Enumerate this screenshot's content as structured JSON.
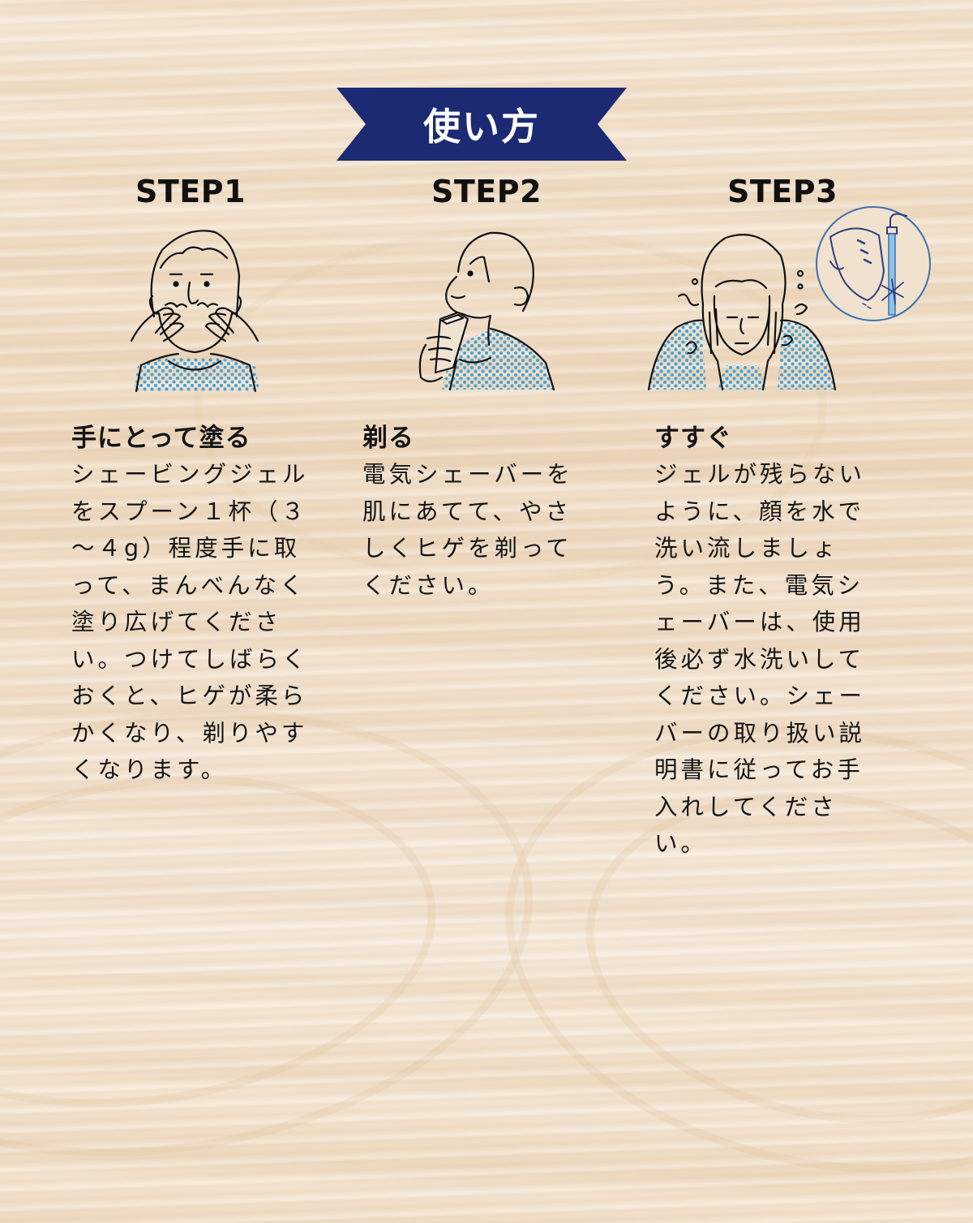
{
  "banner": {
    "title": "使い方",
    "color": "#1c2a73"
  },
  "steps": [
    {
      "heading": "STEP1",
      "subtitle": "手にとって塗る",
      "body": "シェービングジェル\nをスプーン１杯（３\n～４g）程度手に取\nって、まんべんなく\n塗り広げてくださ\nい。つけてしばらく\nおくと、ヒゲが柔ら\nかくなり、剃りやす\nくなります。",
      "illustration": "man-applying-gel-icon"
    },
    {
      "heading": "STEP2",
      "subtitle": "剃る",
      "body": "電気シェーバーを\n肌にあてて、やさ\nしくヒゲを剃って\nください。",
      "illustration": "man-shaving-icon"
    },
    {
      "heading": "STEP3",
      "subtitle": "すすぐ",
      "body": "ジェルが残らない\nように、顔を水で\n洗い流しましょ\nう。また、電気シ\nェーバーは、使用\n後必ず水洗いして\nください。シェー\nバーの取り扱い説\n明書に従ってお手\n入れしてくださ\nい。",
      "illustration": "man-rinsing-face-icon",
      "inset": "shaver-under-faucet-icon"
    }
  ],
  "colors": {
    "text": "#141414",
    "shirt_dots": "#3aa3e0",
    "inset_circle": "#3d6fb0",
    "water": "#8fc3e8"
  }
}
